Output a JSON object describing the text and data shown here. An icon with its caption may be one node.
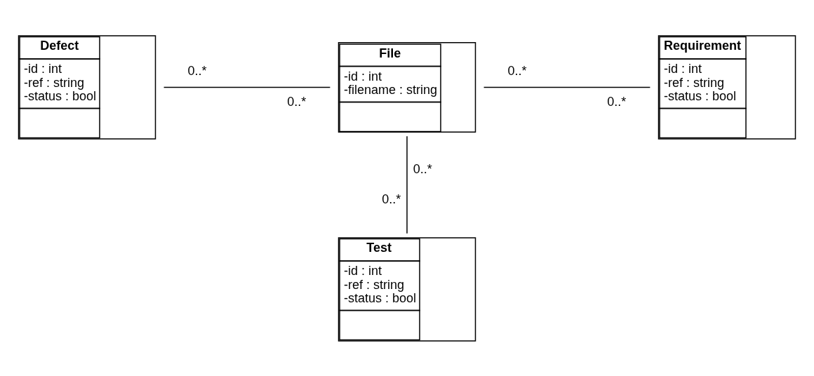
{
  "diagram": {
    "nodes": [
      {
        "text": [
          "Defect",
          "-id : int",
          "-ref : string",
          "-status : bool"
        ]
      },
      {
        "text": [
          "File",
          "-id : int",
          "-filename : string"
        ]
      },
      {
        "text": [
          "Requirement",
          "-id : int",
          "-ref : string",
          "-status : bool"
        ]
      },
      {
        "text": [
          "Test",
          "-id : int",
          "-ref : string",
          "-status : bool"
        ]
      }
    ],
    "edges": [
      {
        "from": 0,
        "to": 1,
        "arrow": "none"
      },
      {
        "from": 1,
        "to": 2,
        "arrow": "none"
      },
      {
        "from": 1,
        "to": 3,
        "arrow": "none"
      }
    ],
    "labels": [
      "0..*",
      "0..*",
      "0..*",
      "0..*",
      "0..*",
      "0..*"
    ]
  }
}
